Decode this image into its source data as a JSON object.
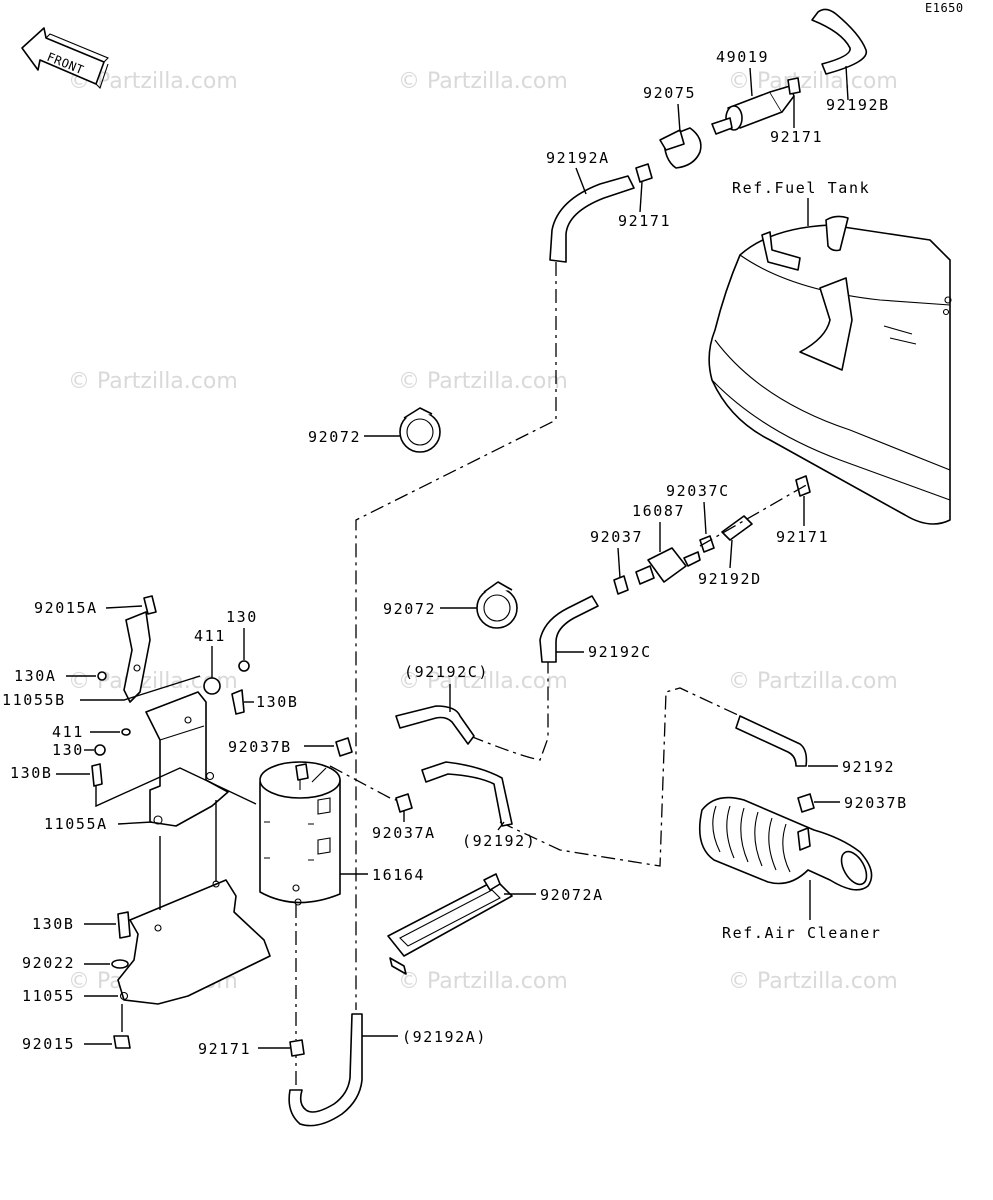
{
  "diagram_code": "E1650",
  "front_label": "FRONT",
  "watermark": "© Partzilla.com",
  "refs": {
    "fuel_tank": "Ref.Fuel Tank",
    "air_cleaner": "Ref.Air Cleaner"
  },
  "labels": {
    "p49019": "49019",
    "p92075": "92075",
    "p92192B": "92192B",
    "p92171_top": "92171",
    "p92192A": "92192A",
    "p92171_a": "92171",
    "p92072_a": "92072",
    "p92037C": "92037C",
    "p16087": "16087",
    "p92037": "92037",
    "p92171_b": "92171",
    "p92192D": "92192D",
    "p92072_b": "92072",
    "p92192C": "92192C",
    "p92015A": "92015A",
    "p130_top": "130",
    "p411_top": "411",
    "p130A": "130A",
    "p11055B": "11055B",
    "p130B_top": "130B",
    "p411": "411",
    "p130": "130",
    "p130B_mid": "130B",
    "p92037B": "92037B",
    "p92192C_paren": "(92192C)",
    "p92192": "92192",
    "p92037B_right": "92037B",
    "p11055A": "11055A",
    "p92037A": "92037A",
    "p92192_paren": "(92192)",
    "p16164": "16164",
    "p92072A": "92072A",
    "p130B_bot": "130B",
    "p92022": "92022",
    "p11055": "11055",
    "p92015": "92015",
    "p92171_bot": "92171",
    "p92192A_paren": "(92192A)"
  }
}
